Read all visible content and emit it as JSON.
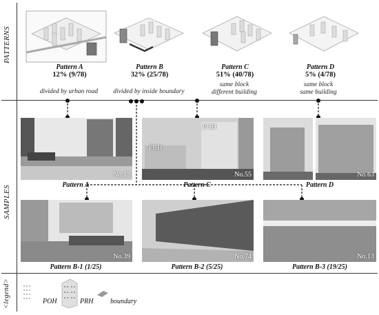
{
  "sections": {
    "patterns_label": "PATTERNS",
    "samples_label": "SAMPLES",
    "legend_label": "<legend>"
  },
  "patterns": [
    {
      "name": "Pattern A",
      "share": "12% (9/78)",
      "desc_lines": [
        "divided by urban road"
      ]
    },
    {
      "name": "Pattern B",
      "share": "32% (25/78)",
      "desc_lines": [
        "divided by inside boundary"
      ]
    },
    {
      "name": "Pattern C",
      "share": "51% (40/78)",
      "desc_lines": [
        "same block",
        "different building"
      ]
    },
    {
      "name": "Pattern D",
      "share": "5% (4/78)",
      "desc_lines": [
        "same block",
        "same building"
      ]
    }
  ],
  "samples_top": [
    {
      "caption": "Pattern A",
      "number": "No.12"
    },
    {
      "caption": "Pattern  C",
      "number": "No.55",
      "tags": [
        "POH",
        "PRH"
      ]
    },
    {
      "caption": "Pattern  D",
      "number": "No.63"
    }
  ],
  "samples_bottom": [
    {
      "caption": "Pattern B-1 (1/25)",
      "number": "No.39"
    },
    {
      "caption": "Pattern B-2 (5/25)",
      "number": "No.74"
    },
    {
      "caption": "Pattern B-3 (19/25)",
      "number": "No.13"
    }
  ],
  "legend": {
    "items": [
      {
        "label": "POH",
        "icon": "poh-icon"
      },
      {
        "label": "PRH",
        "icon": "prh-icon"
      },
      {
        "label": "boundary",
        "icon": "boundary-icon"
      }
    ]
  }
}
